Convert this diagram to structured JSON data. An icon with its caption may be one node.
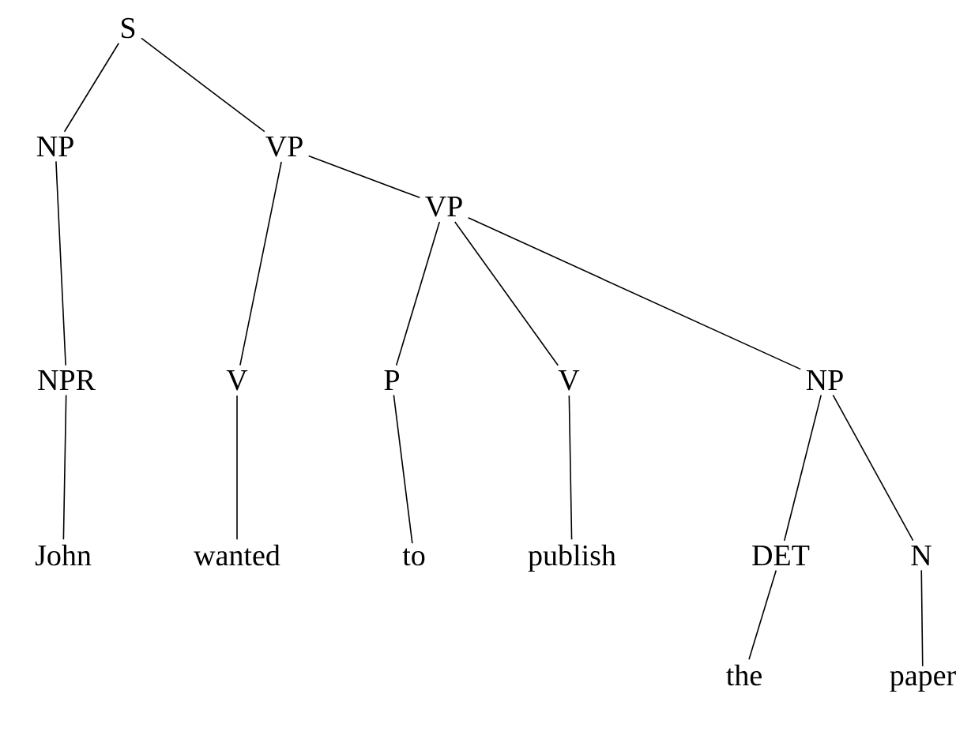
{
  "diagram": {
    "nodes": [
      {
        "text": [
          "S"
        ]
      },
      {
        "text": [
          "NP"
        ]
      },
      {
        "text": [
          "VP"
        ]
      },
      {
        "text": [
          "VP"
        ]
      },
      {
        "text": [
          "NPR"
        ]
      },
      {
        "text": [
          "V"
        ]
      },
      {
        "text": [
          "P"
        ]
      },
      {
        "text": [
          "V"
        ]
      },
      {
        "text": [
          "NP"
        ]
      },
      {
        "text": [
          "John"
        ]
      },
      {
        "text": [
          "wanted"
        ]
      },
      {
        "text": [
          "to"
        ]
      },
      {
        "text": [
          "publish"
        ]
      },
      {
        "text": [
          "DET"
        ]
      },
      {
        "text": [
          "N"
        ]
      },
      {
        "text": [
          "the"
        ]
      },
      {
        "text": [
          "paper"
        ]
      }
    ],
    "edges": [
      {
        "from": 0,
        "to": 1,
        "arrow": "none"
      },
      {
        "from": 0,
        "to": 2,
        "arrow": "none"
      },
      {
        "from": 1,
        "to": 4,
        "arrow": "none"
      },
      {
        "from": 2,
        "to": 5,
        "arrow": "none"
      },
      {
        "from": 2,
        "to": 3,
        "arrow": "none"
      },
      {
        "from": 3,
        "to": 6,
        "arrow": "none"
      },
      {
        "from": 3,
        "to": 7,
        "arrow": "none"
      },
      {
        "from": 3,
        "to": 8,
        "arrow": "none"
      },
      {
        "from": 4,
        "to": 9,
        "arrow": "none"
      },
      {
        "from": 5,
        "to": 10,
        "arrow": "none"
      },
      {
        "from": 6,
        "to": 11,
        "arrow": "none"
      },
      {
        "from": 7,
        "to": 12,
        "arrow": "none"
      },
      {
        "from": 8,
        "to": 13,
        "arrow": "none"
      },
      {
        "from": 8,
        "to": 14,
        "arrow": "none"
      },
      {
        "from": 13,
        "to": 15,
        "arrow": "none"
      },
      {
        "from": 14,
        "to": 16,
        "arrow": "none"
      }
    ]
  }
}
